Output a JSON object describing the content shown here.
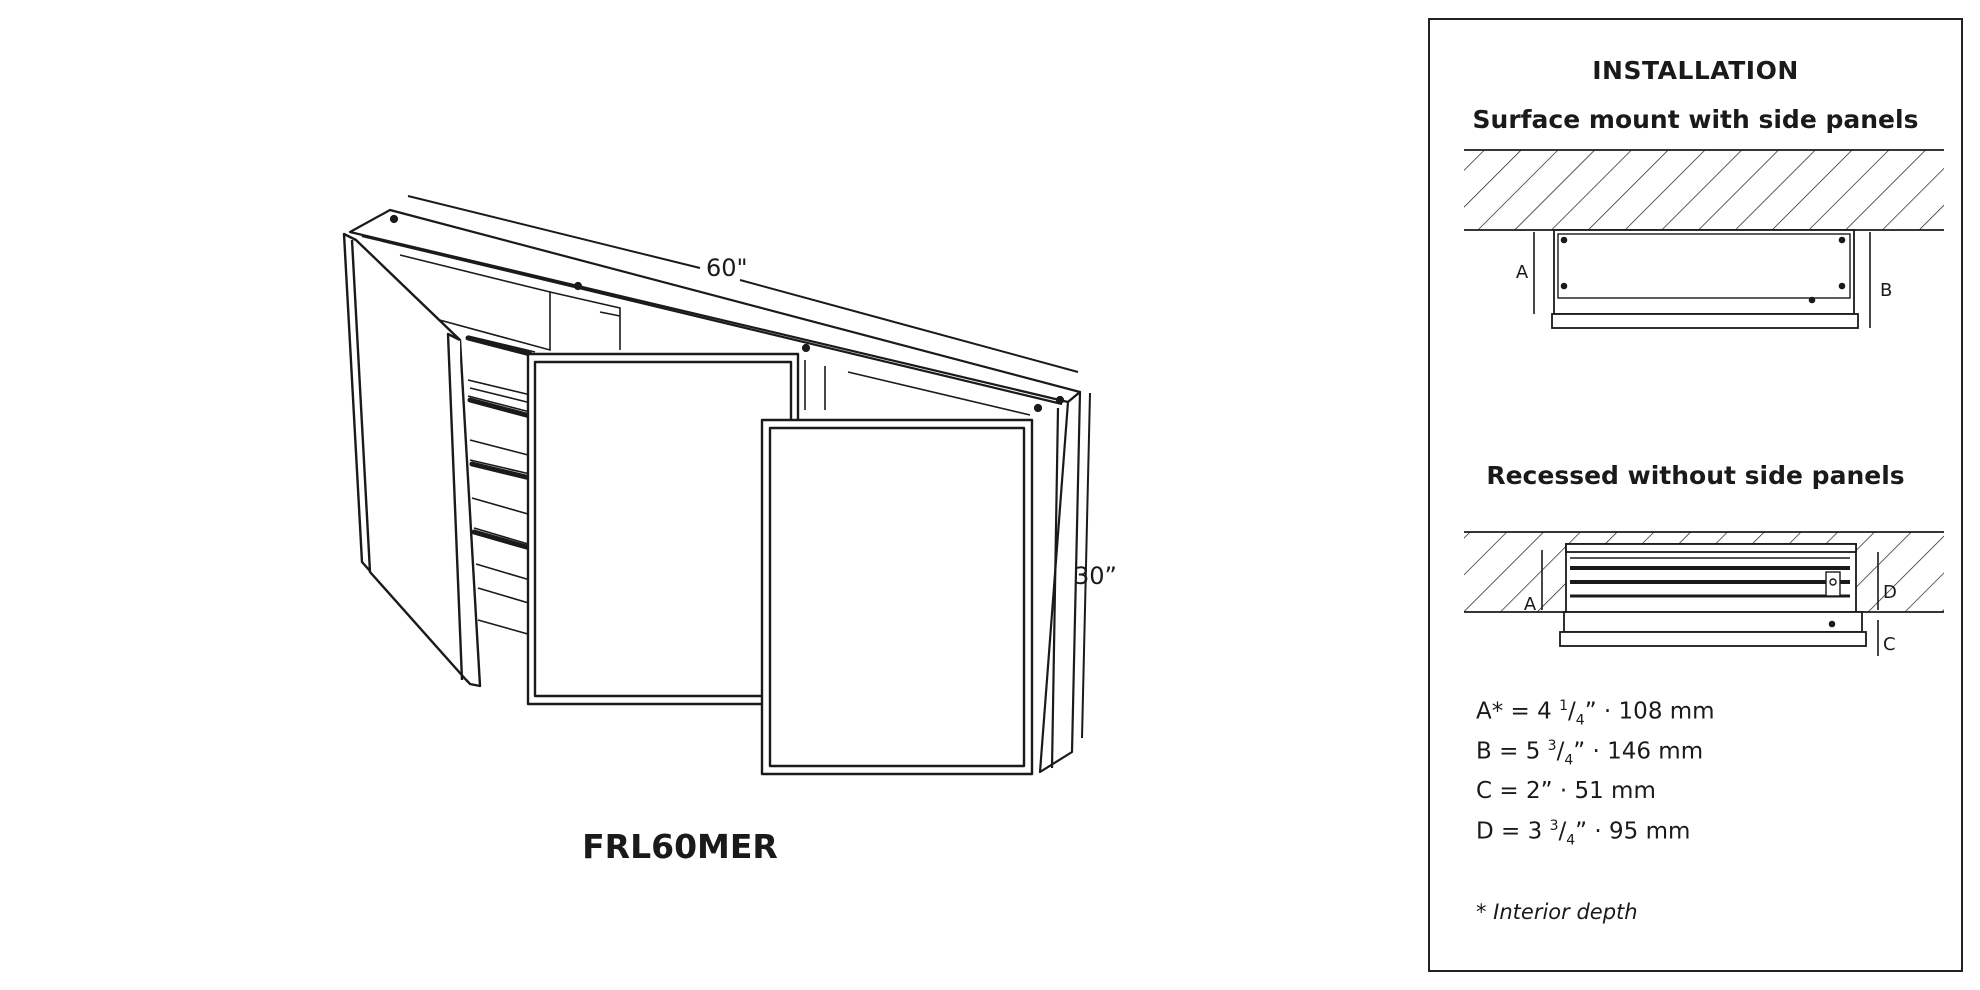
{
  "product": {
    "model": "FRL60MER",
    "width_label": "60\"",
    "height_label": "30”"
  },
  "installation": {
    "title": "INSTALLATION",
    "surface_heading": "Surface mount with side panels",
    "recessed_heading": "Recessed without side panels",
    "dim_labels": {
      "a": "A",
      "b": "B",
      "c": "C",
      "d": "D"
    },
    "specs": [
      {
        "label": "A*",
        "whole": "4",
        "num": "1",
        "den": "4",
        "mm": "108 mm"
      },
      {
        "label": "B",
        "whole": "5",
        "num": "3",
        "den": "4",
        "mm": "146 mm"
      },
      {
        "label": "C",
        "whole": "2",
        "num": "",
        "den": "",
        "mm": "51 mm"
      },
      {
        "label": "D",
        "whole": "3",
        "num": "3",
        "den": "4",
        "mm": "95 mm"
      }
    ],
    "footnote": "* Interior depth"
  },
  "colors": {
    "line": "#1a1a1a",
    "background": "#ffffff"
  }
}
